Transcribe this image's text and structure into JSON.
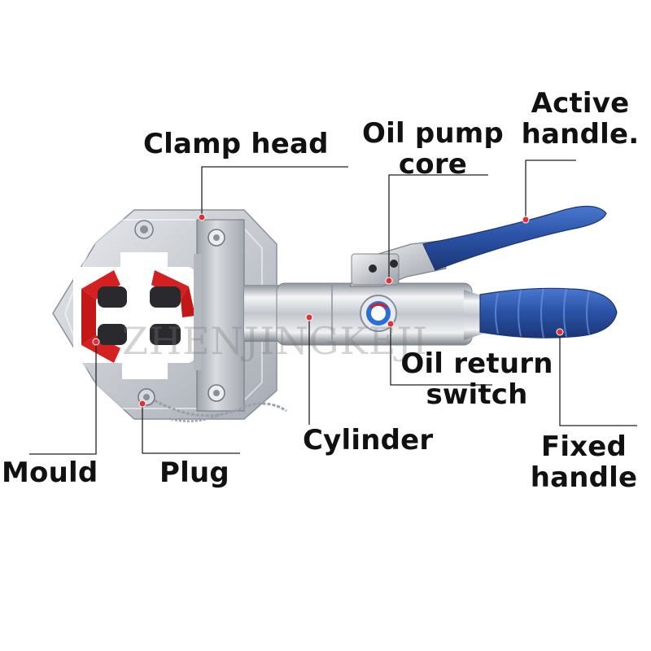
{
  "labels": {
    "clamp_head": "Clamp head",
    "oil_pump_core": "Oil pump core",
    "active_handle": "Active handle.",
    "oil_return_switch": "Oil return switch",
    "cylinder": "Cylinder",
    "fixed_handle": "Fixed handle",
    "mould": "Mould",
    "plug": "Plug"
  },
  "watermark": "ZHENJINGKEJI",
  "colors": {
    "leader_line": "#222222",
    "marker_dot": "#e0303a",
    "handle_blue": "#2b54a8",
    "mould_red": "#d42020",
    "body_silver": "#c8ccd2"
  }
}
